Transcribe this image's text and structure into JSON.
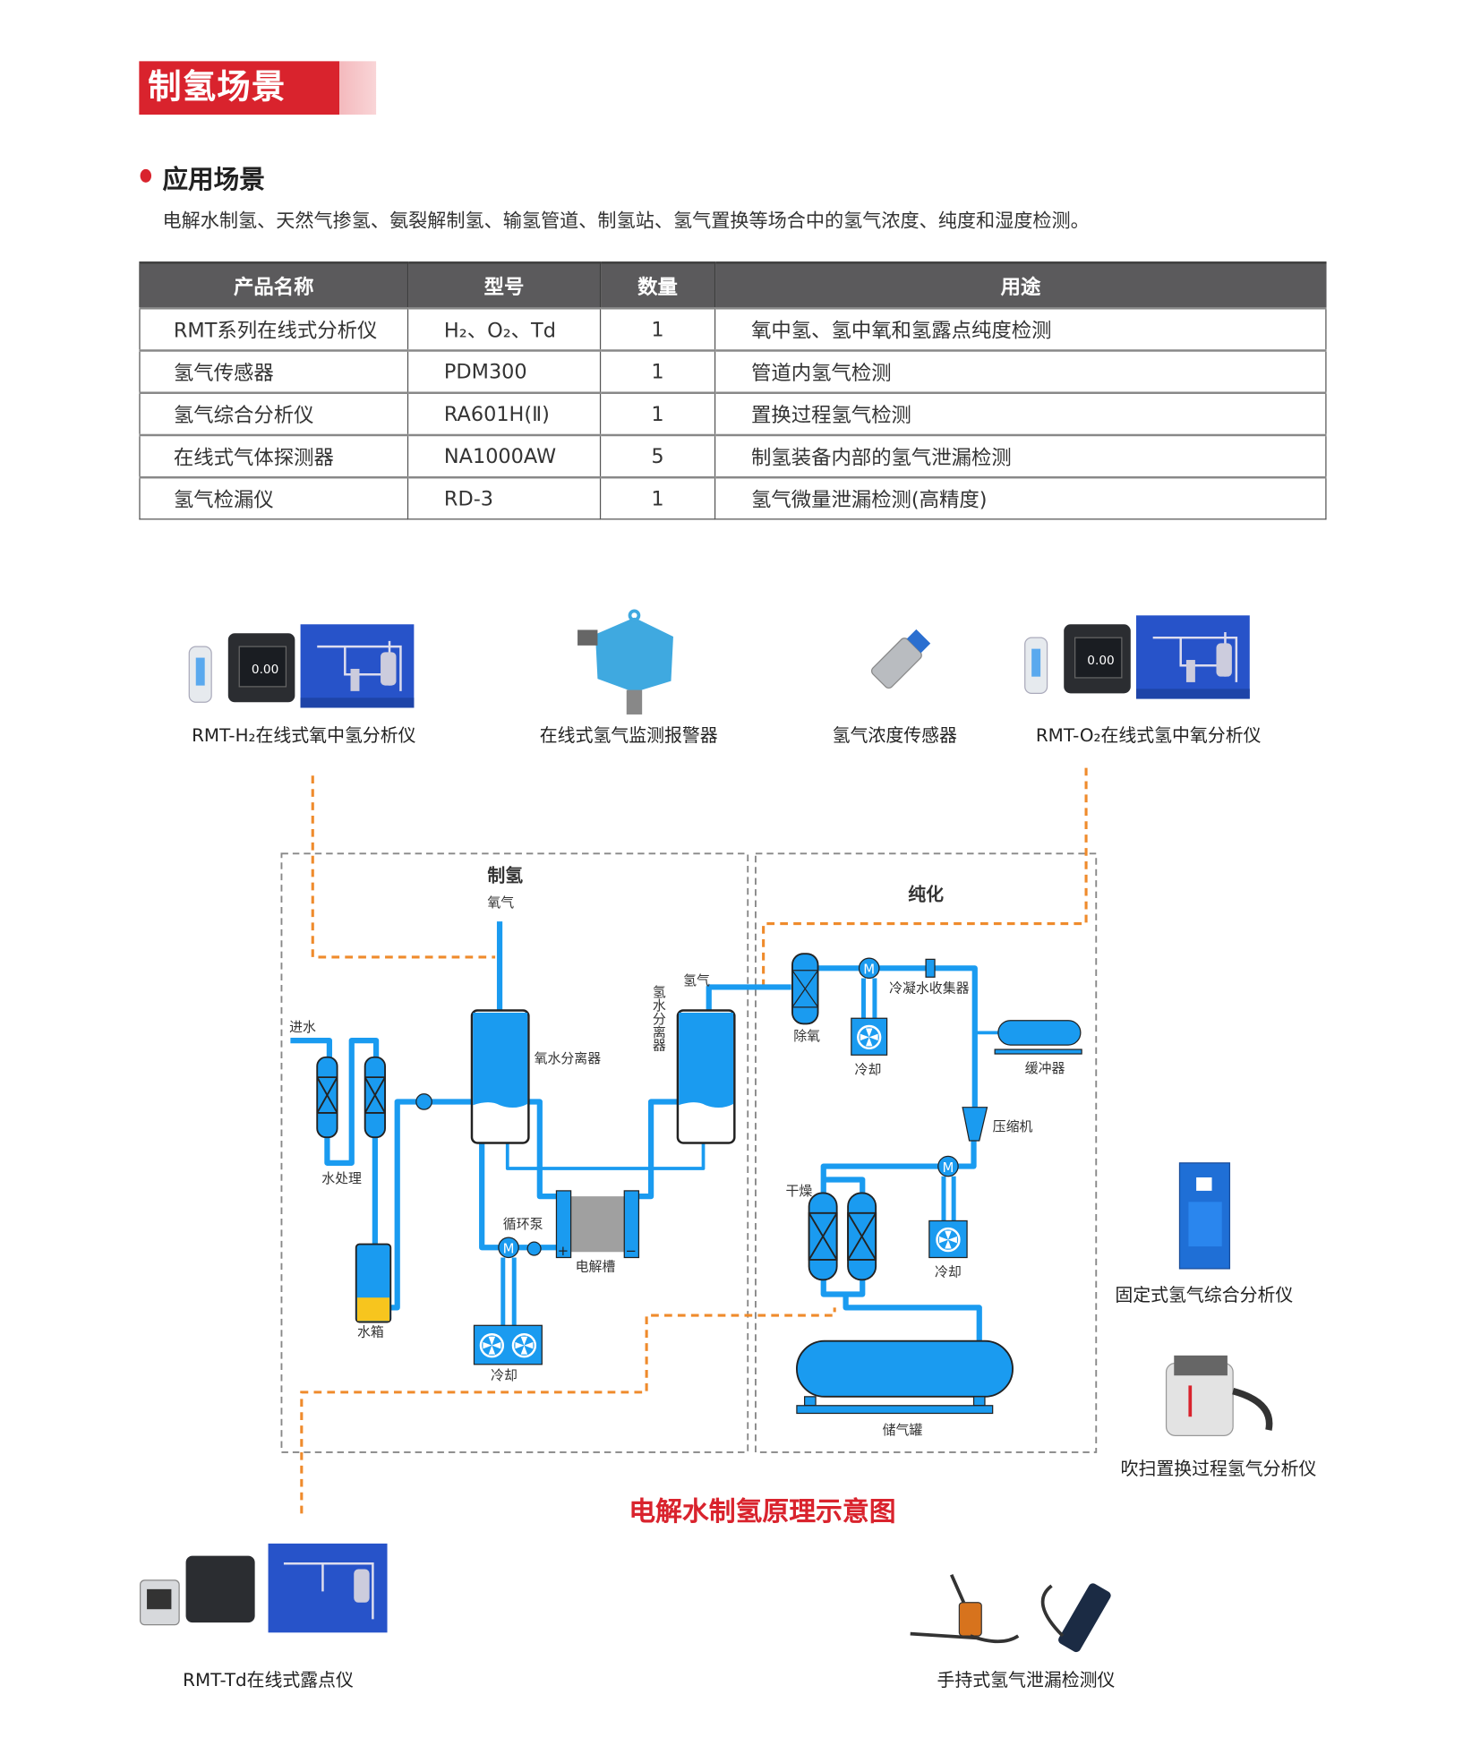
{
  "header": {
    "title": "制氢场景"
  },
  "section": {
    "title": "应用场景",
    "description": "电解水制氢、天然气掺氢、氨裂解制氢、输氢管道、制氢站、氢气置换等场合中的氢气浓度、纯度和湿度检测。"
  },
  "table": {
    "headers": [
      "产品名称",
      "型号",
      "数量",
      "用途"
    ],
    "rows": [
      [
        "RMT系列在线式分析仪",
        "H₂、O₂、Td",
        "1",
        "氧中氢、氢中氧和氢露点纯度检测"
      ],
      [
        "氢气传感器",
        "PDM300",
        "1",
        "管道内氢气检测"
      ],
      [
        "氢气综合分析仪",
        "RA601H(Ⅱ)",
        "1",
        "置换过程氢气检测"
      ],
      [
        "在线式气体探测器",
        "NA1000AW",
        "5",
        "制氢装备内部的氢气泄漏检测"
      ],
      [
        "氢气检漏仪",
        "RD-3",
        "1",
        "氢气微量泄漏检测(高精度)"
      ]
    ]
  },
  "products": {
    "rmt_h2": "RMT-H₂在线式氧中氢分析仪",
    "alarm": "在线式氢气监测报警器",
    "sensor": "氢气浓度传感器",
    "rmt_o2": "RMT-O₂在线式氢中氧分析仪",
    "fixed": "固定式氢气综合分析仪",
    "purge": "吹扫置换过程氢气分析仪",
    "rmt_td": "RMT-Td在线式露点仪",
    "handheld": "手持式氢气泄漏检测仪"
  },
  "diagram": {
    "title": "电解水制氢原理示意图",
    "zones": {
      "production": "制氢",
      "purification": "纯化"
    },
    "labels": {
      "oxygen": "氧气",
      "water_in": "进水",
      "water_treatment": "水处理",
      "water_tank": "水箱",
      "o2_separator": "氧水分离器",
      "h2_separator": "氢水分离器",
      "hydrogen": "氢气",
      "circ_pump": "循环泵",
      "electrolyzer": "电解槽",
      "cooling": "冷却",
      "deoxidizer": "除氧",
      "condensate": "冷凝水收集器",
      "buffer": "缓冲器",
      "compressor": "压缩机",
      "dryer": "干燥",
      "storage": "储气罐",
      "pump_symbol": "M",
      "plus": "+",
      "minus": "−"
    }
  },
  "colors": {
    "brand_red": "#d9232d",
    "pipe_blue": "#1a9bf0",
    "header_gray": "#5b5a5c",
    "signal_orange": "#ef8b2c",
    "water_yellow": "#f7c51e"
  }
}
